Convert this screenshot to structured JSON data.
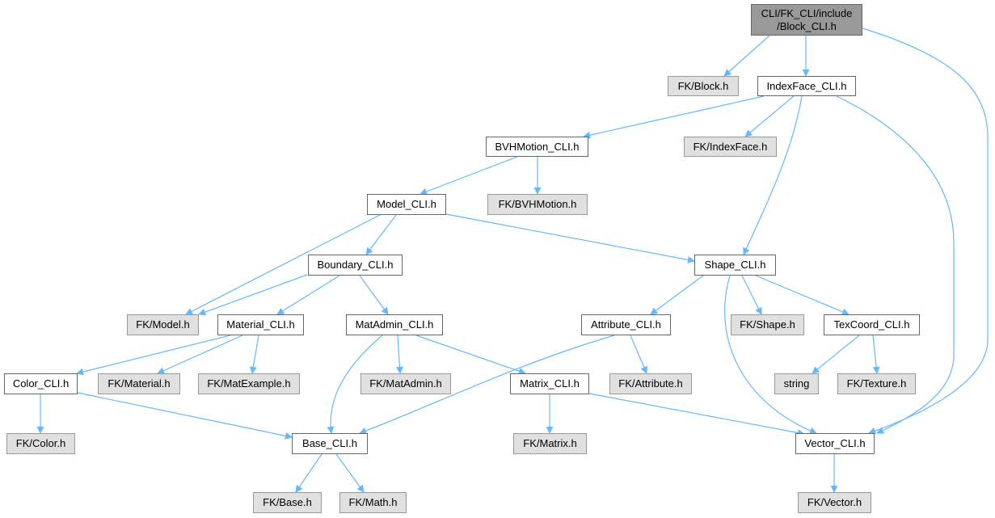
{
  "graph": {
    "type": "include-dependency-graph",
    "edge_color": "#63b8ff",
    "nodes": [
      {
        "id": "root",
        "label": "CLI/FK_CLI/include\n/Block_CLI.h",
        "kind": "root"
      },
      {
        "id": "fk_block",
        "label": "FK/Block.h",
        "kind": "ext"
      },
      {
        "id": "indexface_cli",
        "label": "IndexFace_CLI.h",
        "kind": "local"
      },
      {
        "id": "bvhmotion_cli",
        "label": "BVHMotion_CLI.h",
        "kind": "local"
      },
      {
        "id": "fk_indexface",
        "label": "FK/IndexFace.h",
        "kind": "ext"
      },
      {
        "id": "model_cli",
        "label": "Model_CLI.h",
        "kind": "local"
      },
      {
        "id": "fk_bvhmotion",
        "label": "FK/BVHMotion.h",
        "kind": "ext"
      },
      {
        "id": "boundary_cli",
        "label": "Boundary_CLI.h",
        "kind": "local"
      },
      {
        "id": "shape_cli",
        "label": "Shape_CLI.h",
        "kind": "local"
      },
      {
        "id": "fk_model",
        "label": "FK/Model.h",
        "kind": "ext"
      },
      {
        "id": "material_cli",
        "label": "Material_CLI.h",
        "kind": "local"
      },
      {
        "id": "matadmin_cli",
        "label": "MatAdmin_CLI.h",
        "kind": "local"
      },
      {
        "id": "attribute_cli",
        "label": "Attribute_CLI.h",
        "kind": "local"
      },
      {
        "id": "fk_shape",
        "label": "FK/Shape.h",
        "kind": "ext"
      },
      {
        "id": "texcoord_cli",
        "label": "TexCoord_CLI.h",
        "kind": "local"
      },
      {
        "id": "color_cli",
        "label": "Color_CLI.h",
        "kind": "local"
      },
      {
        "id": "fk_material",
        "label": "FK/Material.h",
        "kind": "ext"
      },
      {
        "id": "fk_matexample",
        "label": "FK/MatExample.h",
        "kind": "ext"
      },
      {
        "id": "fk_matadmin",
        "label": "FK/MatAdmin.h",
        "kind": "ext"
      },
      {
        "id": "matrix_cli",
        "label": "Matrix_CLI.h",
        "kind": "local"
      },
      {
        "id": "fk_attribute",
        "label": "FK/Attribute.h",
        "kind": "ext"
      },
      {
        "id": "string",
        "label": "string",
        "kind": "ext"
      },
      {
        "id": "fk_texture",
        "label": "FK/Texture.h",
        "kind": "ext"
      },
      {
        "id": "fk_color",
        "label": "FK/Color.h",
        "kind": "ext"
      },
      {
        "id": "base_cli",
        "label": "Base_CLI.h",
        "kind": "local"
      },
      {
        "id": "fk_matrix",
        "label": "FK/Matrix.h",
        "kind": "ext"
      },
      {
        "id": "vector_cli",
        "label": "Vector_CLI.h",
        "kind": "local"
      },
      {
        "id": "fk_base",
        "label": "FK/Base.h",
        "kind": "ext"
      },
      {
        "id": "fk_math",
        "label": "FK/Math.h",
        "kind": "ext"
      },
      {
        "id": "fk_vector",
        "label": "FK/Vector.h",
        "kind": "ext"
      }
    ],
    "edges": [
      [
        "root",
        "fk_block"
      ],
      [
        "root",
        "indexface_cli"
      ],
      [
        "root",
        "vector_cli"
      ],
      [
        "indexface_cli",
        "bvhmotion_cli"
      ],
      [
        "indexface_cli",
        "fk_indexface"
      ],
      [
        "indexface_cli",
        "shape_cli"
      ],
      [
        "indexface_cli",
        "vector_cli"
      ],
      [
        "bvhmotion_cli",
        "model_cli"
      ],
      [
        "bvhmotion_cli",
        "fk_bvhmotion"
      ],
      [
        "model_cli",
        "fk_model"
      ],
      [
        "model_cli",
        "boundary_cli"
      ],
      [
        "model_cli",
        "shape_cli"
      ],
      [
        "boundary_cli",
        "fk_model"
      ],
      [
        "boundary_cli",
        "material_cli"
      ],
      [
        "boundary_cli",
        "matadmin_cli"
      ],
      [
        "shape_cli",
        "attribute_cli"
      ],
      [
        "shape_cli",
        "fk_shape"
      ],
      [
        "shape_cli",
        "texcoord_cli"
      ],
      [
        "shape_cli",
        "vector_cli"
      ],
      [
        "material_cli",
        "color_cli"
      ],
      [
        "material_cli",
        "fk_material"
      ],
      [
        "material_cli",
        "fk_matexample"
      ],
      [
        "matadmin_cli",
        "fk_matadmin"
      ],
      [
        "matadmin_cli",
        "matrix_cli"
      ],
      [
        "matadmin_cli",
        "base_cli"
      ],
      [
        "attribute_cli",
        "fk_attribute"
      ],
      [
        "attribute_cli",
        "base_cli"
      ],
      [
        "texcoord_cli",
        "string"
      ],
      [
        "texcoord_cli",
        "fk_texture"
      ],
      [
        "color_cli",
        "fk_color"
      ],
      [
        "color_cli",
        "base_cli"
      ],
      [
        "matrix_cli",
        "fk_matrix"
      ],
      [
        "matrix_cli",
        "vector_cli"
      ],
      [
        "base_cli",
        "fk_base"
      ],
      [
        "base_cli",
        "fk_math"
      ],
      [
        "vector_cli",
        "fk_vector"
      ]
    ]
  }
}
